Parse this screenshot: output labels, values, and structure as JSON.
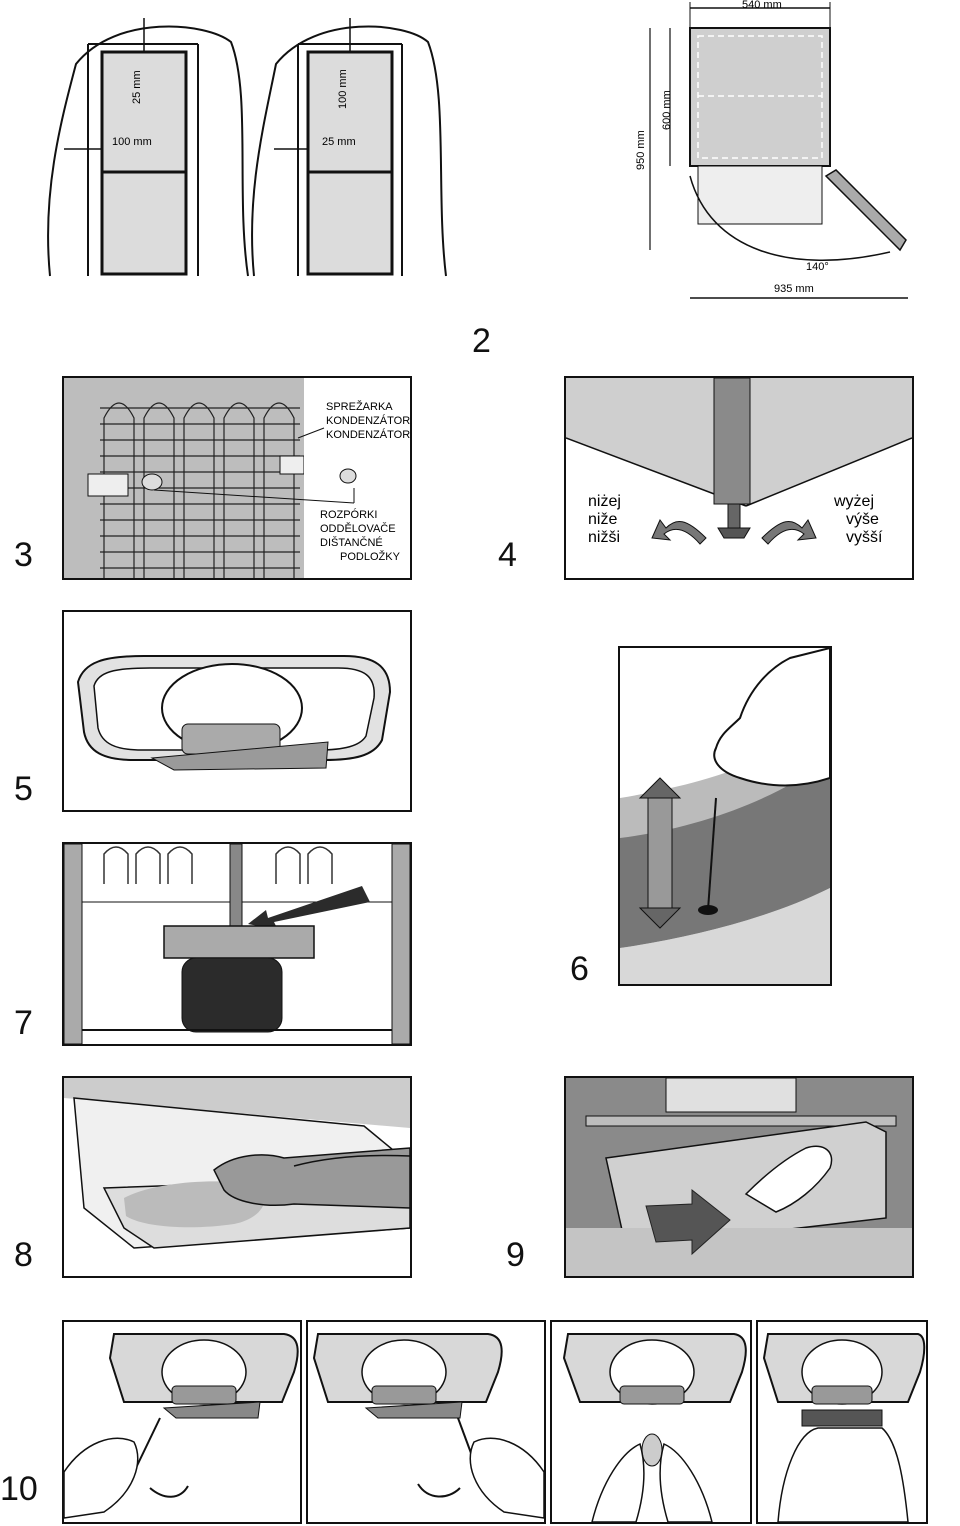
{
  "fig1": {
    "left_top_gap": "25 mm",
    "left_side_gap": "100 mm",
    "right_top_gap": "100 mm",
    "right_side_gap": "25 mm",
    "plan_width": "540 mm",
    "plan_depth": "600 mm",
    "plan_total_depth": "950 mm",
    "door_angle": "140°",
    "total_width": "935 mm"
  },
  "figure_numbers": {
    "n2": "2",
    "n3": "3",
    "n4": "4",
    "n5": "5",
    "n6": "6",
    "n7": "7",
    "n8": "8",
    "n9": "9",
    "n10": "10"
  },
  "fig3": {
    "label_top": [
      "SPREŽARKA",
      "KONDENZÁTOR",
      "KONDENZÁTOR"
    ],
    "label_bottom": [
      "ROZPÓRKI",
      "ODDĚLOVAČE",
      "DIŠTANČNÉ",
      "PODLOŽKY"
    ]
  },
  "fig4": {
    "lower": [
      "niżej",
      "niže",
      "nižši"
    ],
    "higher": [
      "wyżej",
      "výše",
      "vyšší"
    ]
  },
  "colors": {
    "line": "#111111",
    "panel": "#f4f4f4",
    "grey": "#8a8a8a",
    "dark": "#2b2b2b"
  }
}
